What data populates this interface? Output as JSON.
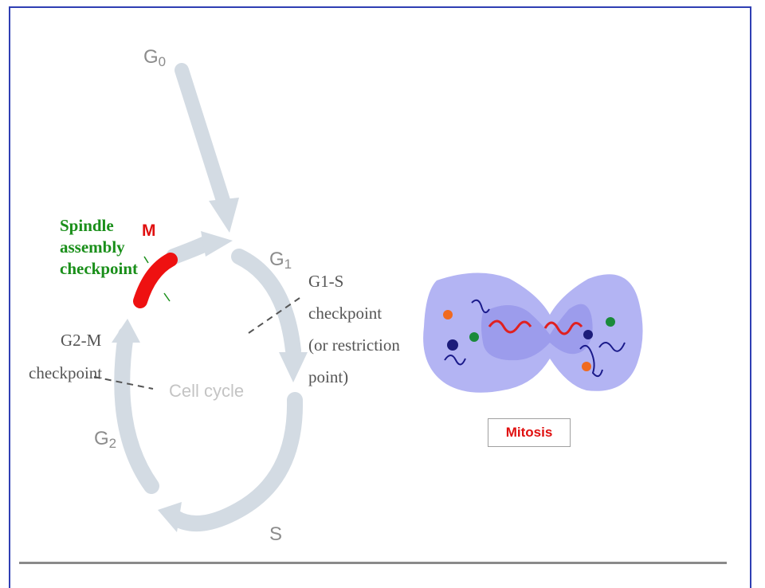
{
  "phases": {
    "g0": {
      "base": "G",
      "sub": "0"
    },
    "g1": {
      "base": "G",
      "sub": "1"
    },
    "g2": {
      "base": "G",
      "sub": "2"
    },
    "s": "S",
    "m": "M"
  },
  "center_label": "Cell cycle",
  "checkpoints": {
    "spindle": [
      "Spindle",
      "assembly",
      "checkpoint"
    ],
    "g2m": [
      "G2-M",
      "checkpoint"
    ],
    "g1s": [
      "G1-S",
      "checkpoint",
      "(or restriction",
      "point)"
    ]
  },
  "mitosis_label": "Mitosis",
  "colors": {
    "cycle_arrow": "#d3dbe3",
    "mitosis_arc": "#ee1111",
    "spindle_text": "#1a8f1a",
    "cell_body": "#aeb0f2",
    "chromosome": "#e02020",
    "frame": "#2f3fb3"
  }
}
